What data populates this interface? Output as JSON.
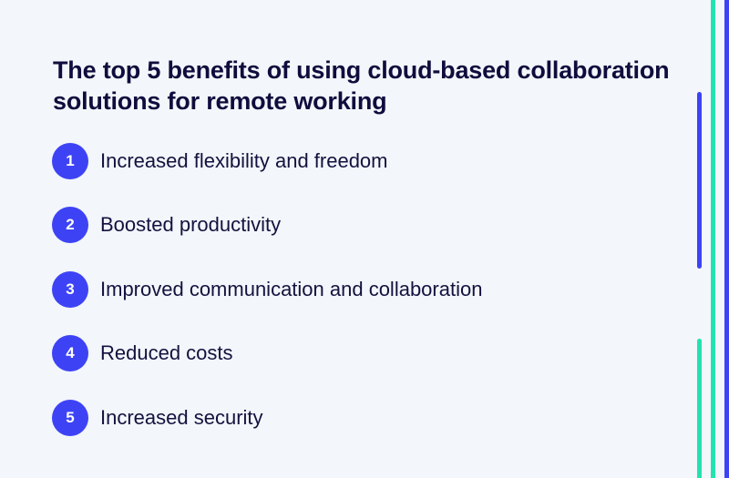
{
  "title": "The top 5 benefits of using cloud-based collaboration solutions for remote working",
  "items": [
    {
      "number": "1",
      "label": "Increased flexibility and freedom"
    },
    {
      "number": "2",
      "label": "Boosted productivity"
    },
    {
      "number": "3",
      "label": "Improved communication and collaboration"
    },
    {
      "number": "4",
      "label": "Reduced costs"
    },
    {
      "number": "5",
      "label": "Increased security"
    }
  ],
  "colors": {
    "accent_blue": "#3d43f5",
    "accent_teal": "#22e3b0",
    "text_dark": "#0f0d3d",
    "background": "#f3f6fa"
  }
}
